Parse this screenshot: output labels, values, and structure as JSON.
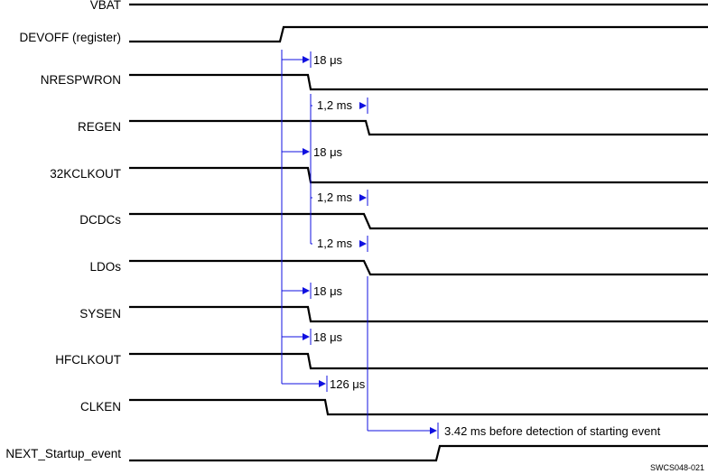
{
  "signals": [
    {
      "id": "vbat",
      "label": "VBAT"
    },
    {
      "id": "devoff",
      "label": "DEVOFF (register)"
    },
    {
      "id": "nrespwron",
      "label": "NRESPWRON"
    },
    {
      "id": "regen",
      "label": "REGEN"
    },
    {
      "id": "32kclkout",
      "label": "32KCLKOUT"
    },
    {
      "id": "dcdcs",
      "label": "DCDCs"
    },
    {
      "id": "ldos",
      "label": "LDOs"
    },
    {
      "id": "sysen",
      "label": "SYSEN"
    },
    {
      "id": "hfclkout",
      "label": "HFCLKOUT"
    },
    {
      "id": "clken",
      "label": "CLKEN"
    },
    {
      "id": "next-startup-event",
      "label": "NEXT_Startup_event"
    }
  ],
  "annotations": {
    "nrespwron_delay": "18 μs",
    "regen_delay": "1,2 ms",
    "clkout32k_delay": "18 μs",
    "dcdcs_delay": "1,2 ms",
    "ldos_delay": "1,2 ms",
    "sysen_delay": "18 μs",
    "hfclkout_delay": "18 μs",
    "clken_delay": "126 μs",
    "next_startup_delay": "3.42 ms before detection of starting event"
  },
  "figure_ref": "SWCS048-021",
  "colors": {
    "waveform": "#000000",
    "timing_arrows": "#1010e0"
  }
}
